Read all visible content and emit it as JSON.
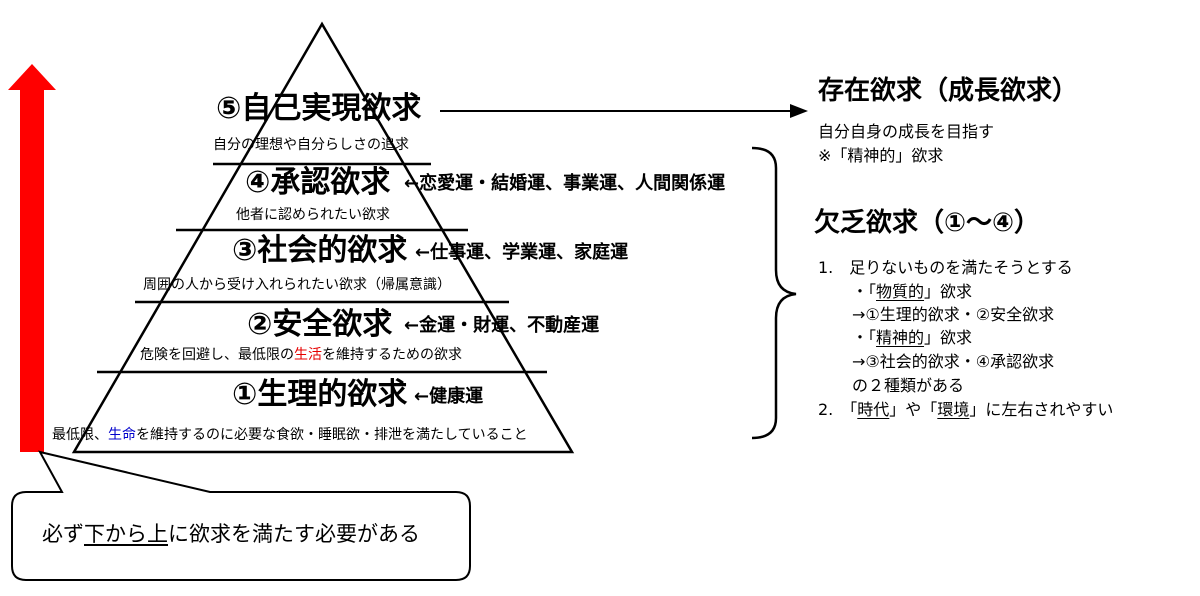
{
  "colors": {
    "arrow": "#ff0000",
    "highlight_red": "#e60000",
    "highlight_blue": "#0000cc",
    "line": "#000000"
  },
  "pyramid": {
    "level5": {
      "title": "⑤自己実現欲求",
      "desc": "自分の理想や自分らしさの追求"
    },
    "level4": {
      "title": "④承認欲求",
      "luck": "←恋愛運・結婚運、事業運、人間関係運",
      "desc": "他者に認められたい欲求"
    },
    "level3": {
      "title": "③社会的欲求",
      "luck": "←仕事運、学業運、家庭運",
      "desc": "周囲の人から受け入れられたい欲求（帰属意識）"
    },
    "level2": {
      "title": "②安全欲求",
      "luck": "←金運・財運、不動産運",
      "desc_pre": "危険を回避し、最低限の",
      "desc_red": "生活",
      "desc_post": "を維持するための欲求"
    },
    "level1": {
      "title": "①生理的欲求",
      "luck": "←健康運",
      "desc_pre": "最低限、",
      "desc_blue": "生命",
      "desc_post": "を維持するのに必要な食欲・睡眠欲・排泄を満たしていること"
    }
  },
  "existence": {
    "heading": "存在欲求（成長欲求）",
    "line1": "自分自身の成長を目指す",
    "line2": "※「精神的」欲求"
  },
  "deficiency": {
    "heading": "欠乏欲求（①〜④）",
    "item1": "1.　足りないものを満たそうとする",
    "sub1_pre": "・「",
    "sub1_u": "物質的",
    "sub1_post": "」欲求",
    "sub2": "→①生理的欲求・②安全欲求",
    "sub3_pre": "・「",
    "sub3_u": "精神的",
    "sub3_post": "」欲求",
    "sub4": "→③社会的欲求・④承認欲求",
    "sub5": "の２種類がある",
    "item2_pre": "2.　「",
    "item2_u1": "時代",
    "item2_mid": "」や「",
    "item2_u2": "環境",
    "item2_post": "」に左右されやすい"
  },
  "callout": {
    "pre": "必ず",
    "u1": "下から上",
    "mid": "に欲求を満たす必要がある"
  }
}
